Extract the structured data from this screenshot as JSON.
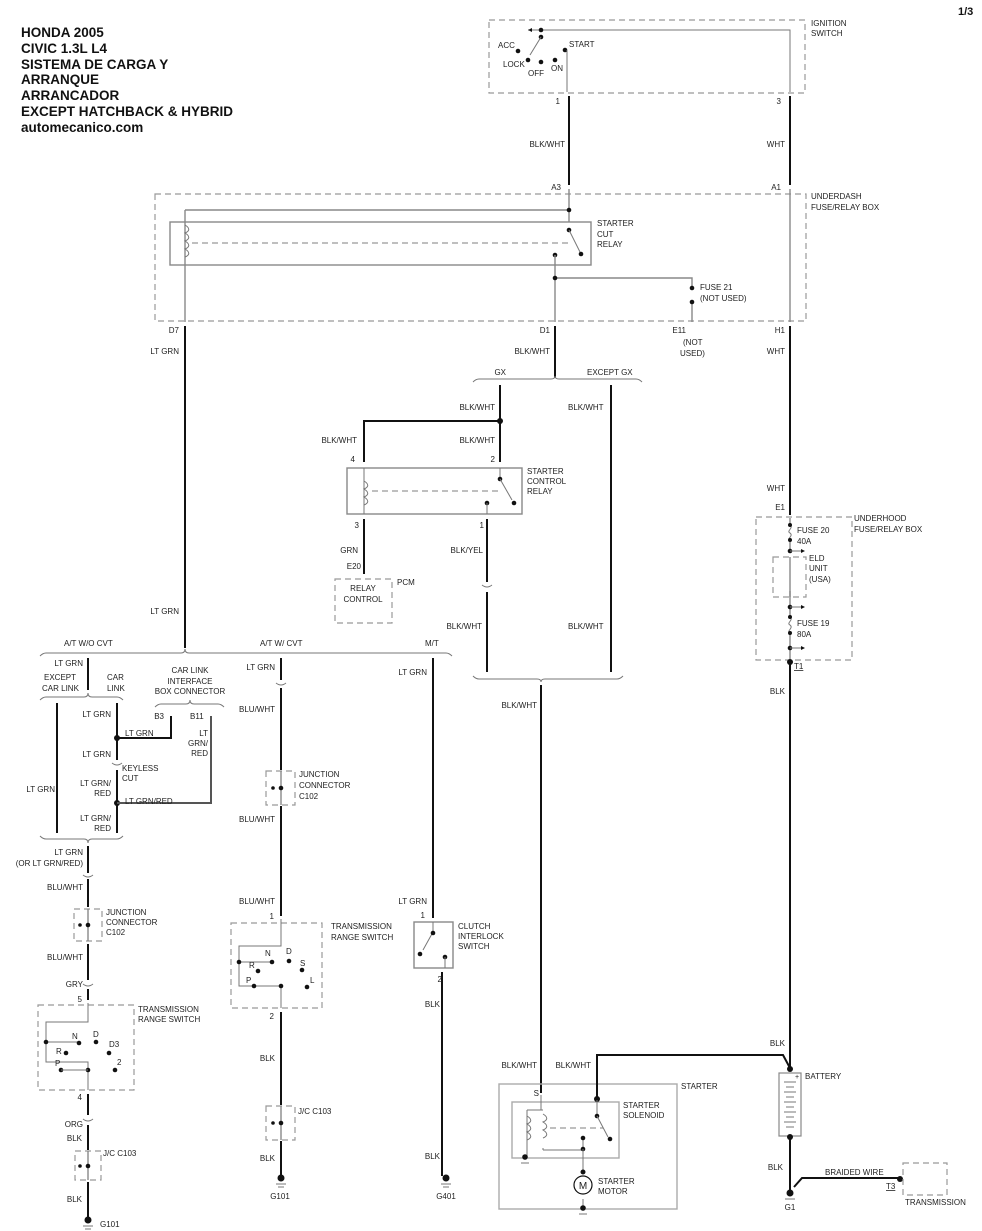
{
  "header": {
    "lines": [
      "HONDA 2005",
      "CIVIC 1.3L L4",
      "SISTEMA DE CARGA Y",
      "ARRANQUE",
      "ARRANCADOR",
      "EXCEPT HATCHBACK & HYBRID",
      "automecanico.com"
    ],
    "page_indicator": "1/3"
  },
  "ignition": {
    "name1": "IGNITION",
    "name2": "SWITCH",
    "acc": "ACC",
    "start": "START",
    "lock": "LOCK",
    "off": "OFF",
    "on": "ON",
    "pin1": "1",
    "pin3": "3",
    "wire1": "BLK/WHT",
    "wire3": "WHT"
  },
  "underdash": {
    "name1": "UNDERDASH",
    "name2": "FUSE/RELAY BOX",
    "a3": "A3",
    "a1": "A1",
    "relay1": "STARTER",
    "relay2": "CUT",
    "relay3": "RELAY",
    "fuse1": "FUSE 21",
    "fuse2": "(NOT USED)",
    "d7": "D7",
    "d1": "D1",
    "e11": "E11",
    "h1": "H1",
    "nu1": "(NOT",
    "nu2": "USED)"
  },
  "wires_mid": {
    "d7": "LT GRN",
    "d1": "BLK/WHT",
    "h1": "WHT",
    "gx": "GX",
    "except_gx": "EXCEPT GX",
    "gx_wire": "BLK/WHT",
    "egx_wire": "BLK/WHT",
    "left4": "BLK/WHT",
    "right2": "BLK/WHT",
    "ltgrn_long": "LT GRN",
    "blkwht_lower1": "BLK/WHT",
    "blkwht_lower2": "BLK/WHT",
    "blkwht_starter": "BLK/WHT"
  },
  "control_relay": {
    "pin4": "4",
    "pin2": "2",
    "name1": "STARTER",
    "name2": "CONTROL",
    "name3": "RELAY",
    "pin3": "3",
    "pin1": "1",
    "grn": "GRN",
    "blkyel": "BLK/YEL",
    "e20": "E20",
    "pcm": "PCM",
    "rc1": "RELAY",
    "rc2": "CONTROL"
  },
  "underhood": {
    "wht": "WHT",
    "e1": "E1",
    "name1": "UNDERHOOD",
    "name2": "FUSE/RELAY BOX",
    "fuse20": "FUSE 20",
    "fuse20a": "40A",
    "eld1": "ELD",
    "eld2": "UNIT",
    "eld3": "(USA)",
    "fuse19": "FUSE 19",
    "fuse19a": "80A",
    "t1": "T1",
    "blk": "BLK"
  },
  "branches": {
    "at_wo_cvt": "A/T W/O CVT",
    "at_w_cvt": "A/T W/ CVT",
    "mt": "M/T"
  },
  "left": {
    "ltgrn_top": "LT GRN",
    "except1": "EXCEPT",
    "except2": "CAR LINK",
    "car1": "CAR",
    "car2": "LINK",
    "cl1": "CAR LINK",
    "cl2": "INTERFACE",
    "cl3": "BOX CONNECTOR",
    "w1": "LT GRN",
    "b3": "B3",
    "b11": "B11",
    "b3wire": "LT GRN",
    "b11a": "LT",
    "b11b": "GRN/",
    "b11c": "RED",
    "w2": "LT GRN",
    "keyless1": "KEYLESS",
    "keyless2": "CUT",
    "w3a": "LT GRN/",
    "w3b": "RED",
    "ltgrnred": "LT GRN/RED",
    "except_wire": "LT GRN",
    "w4a": "LT GRN/",
    "w4b": "RED",
    "merge1": "LT GRN",
    "merge2": "(OR LT GRN/RED)",
    "bw1": "BLU/WHT",
    "jc1": "JUNCTION",
    "jc2": "CONNECTOR",
    "jc3": "C102",
    "bw2": "BLU/WHT",
    "gry": "GRY",
    "pin5": "5",
    "trs1": "TRANSMISSION",
    "trs2": "RANGE SWITCH",
    "n": "N",
    "dd": "D",
    "d3": "D3",
    "r": "R",
    "two": "2",
    "p": "P",
    "pin4": "4",
    "org": "ORG",
    "blk1": "BLK",
    "jc103": "J/C C103",
    "blk2": "BLK",
    "g101": "G101"
  },
  "middle": {
    "ltgrn": "LT GRN",
    "bw1": "BLU/WHT",
    "jc1": "JUNCTION",
    "jc2": "CONNECTOR",
    "jc3": "C102",
    "bw2": "BLU/WHT",
    "bw3": "BLU/WHT",
    "pin1": "1",
    "trs1": "TRANSMISSION",
    "trs2": "RANGE SWITCH",
    "n": "N",
    "dd": "D",
    "s": "S",
    "r": "R",
    "l": "L",
    "p": "P",
    "pin2": "2",
    "blk1": "BLK",
    "jc103": "J/C C103",
    "blk2": "BLK",
    "g101": "G101"
  },
  "mt": {
    "ltgrn1": "LT GRN",
    "ltgrn2": "LT GRN",
    "pin1": "1",
    "cl1": "CLUTCH",
    "cl2": "INTERLOCK",
    "cl3": "SWITCH",
    "pin2": "2",
    "blk1": "BLK",
    "blk2": "BLK",
    "g401": "G401"
  },
  "starter": {
    "w_s": "BLK/WHT",
    "w_b": "BLK/WHT",
    "name": "STARTER",
    "s": "S",
    "sol1": "STARTER",
    "sol2": "SOLENOID",
    "mot1": "STARTER",
    "mot2": "MOTOR",
    "m": "M"
  },
  "battery": {
    "blk_top": "BLK",
    "name": "BATTERY",
    "plus": "+",
    "blk_bot": "BLK",
    "braided": "BRAIDED WIRE",
    "t3": "T3",
    "trans": "TRANSMISSION",
    "g1": "G1"
  }
}
